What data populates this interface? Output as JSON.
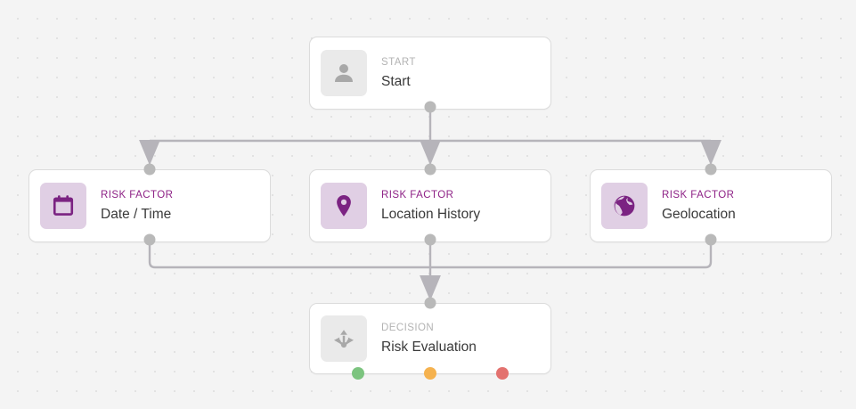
{
  "canvas": {
    "grid": "dot-grid",
    "background_color": "#f4f4f4",
    "dot_color": "#e2e2e2"
  },
  "theme": {
    "edge_color": "#b6b4ba",
    "card_background": "#ffffff",
    "card_border": "#dcdcdc",
    "risk_label_color": "#8e2286",
    "neutral_label_color": "#b3b3b3",
    "title_color": "#3a3a3a",
    "icon_tile_grey": "#eaeaea",
    "icon_tile_purple": "#e0cfe4",
    "icon_purple": "#7b2382",
    "icon_grey": "#a8a8a8",
    "port_color": "#b9b9b9",
    "port_green": "#7cc47f",
    "port_amber": "#f5b24f",
    "port_red": "#e3726f"
  },
  "nodes": [
    {
      "id": "start",
      "kind": "START",
      "title": "Start",
      "icon": "person-icon",
      "tile": "grey",
      "label_tone": "grey"
    },
    {
      "id": "date-time",
      "kind": "RISK FACTOR",
      "title": "Date / Time",
      "icon": "calendar-icon",
      "tile": "purple",
      "label_tone": "purple"
    },
    {
      "id": "location-history",
      "kind": "RISK FACTOR",
      "title": "Location History",
      "icon": "map-pin-icon",
      "tile": "purple",
      "label_tone": "purple"
    },
    {
      "id": "geolocation",
      "kind": "RISK FACTOR",
      "title": "Geolocation",
      "icon": "globe-icon",
      "tile": "purple",
      "label_tone": "purple"
    },
    {
      "id": "risk-evaluation",
      "kind": "DECISION",
      "title": "Risk Evaluation",
      "icon": "branch-split-icon",
      "tile": "grey",
      "label_tone": "grey",
      "outputs": [
        "green",
        "amber",
        "red"
      ]
    }
  ],
  "edges": [
    {
      "from": "start",
      "to": "date-time"
    },
    {
      "from": "start",
      "to": "location-history"
    },
    {
      "from": "start",
      "to": "geolocation"
    },
    {
      "from": "date-time",
      "to": "risk-evaluation"
    },
    {
      "from": "location-history",
      "to": "risk-evaluation"
    },
    {
      "from": "geolocation",
      "to": "risk-evaluation"
    }
  ]
}
